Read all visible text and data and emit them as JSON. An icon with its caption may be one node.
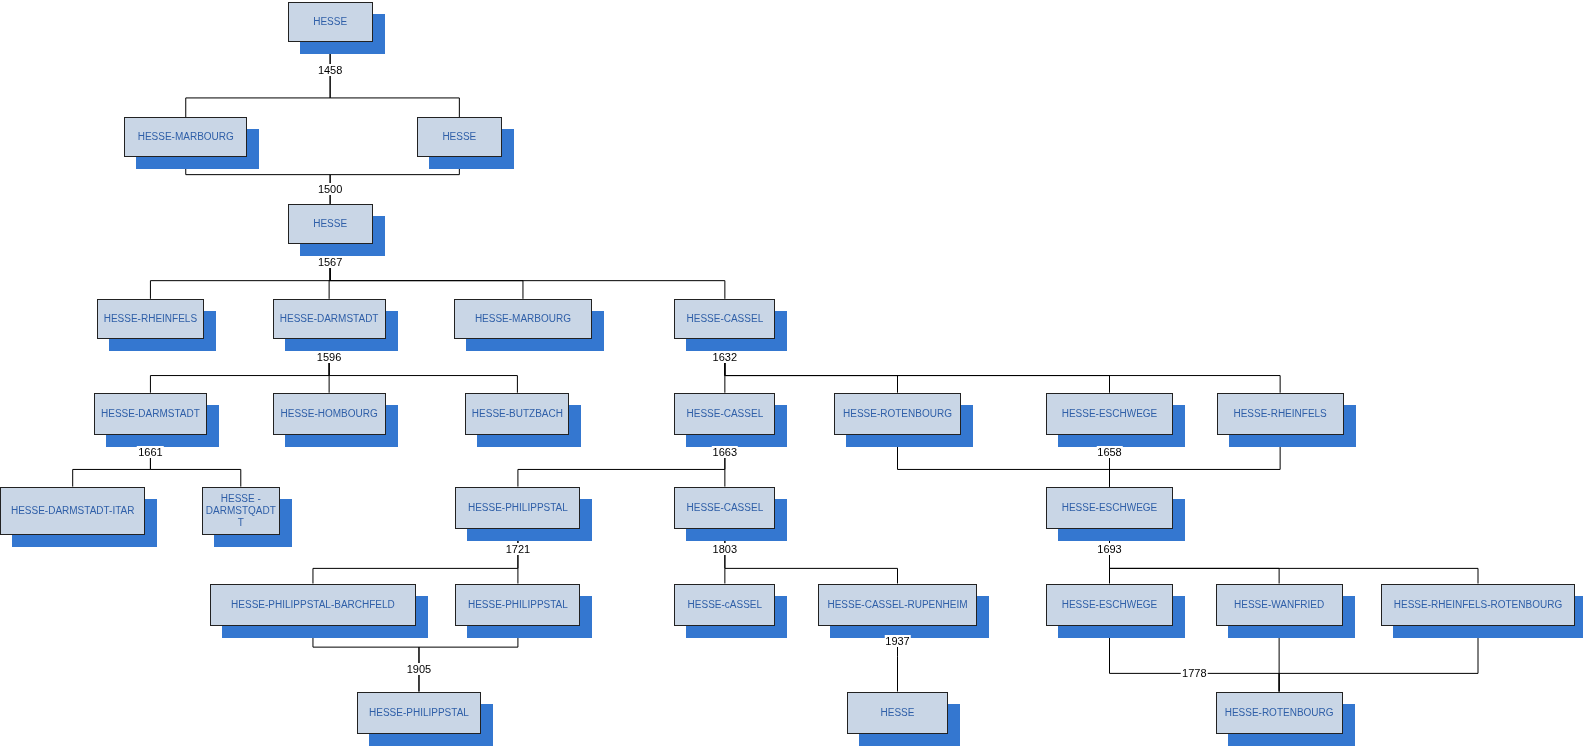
{
  "diagram": {
    "nodes": [
      {
        "text": [
          "HESSE"
        ]
      },
      {
        "text": [
          "HESSE-MARBOURG"
        ]
      },
      {
        "text": [
          "HESSE"
        ]
      },
      {
        "text": [
          "HESSE"
        ]
      },
      {
        "text": [
          "HESSE-RHEINFELS"
        ]
      },
      {
        "text": [
          "HESSE-DARMSTADT"
        ]
      },
      {
        "text": [
          "HESSE-MARBOURG"
        ]
      },
      {
        "text": [
          "HESSE-CASSEL"
        ]
      },
      {
        "text": [
          "HESSE-DARMSTADT"
        ]
      },
      {
        "text": [
          "HESSE-HOMBOURG"
        ]
      },
      {
        "text": [
          "HESSE-BUTZBACH"
        ]
      },
      {
        "text": [
          "HESSE-CASSEL"
        ]
      },
      {
        "text": [
          "HESSE-ROTENBOURG"
        ]
      },
      {
        "text": [
          "HESSE-ESCHWEGE"
        ]
      },
      {
        "text": [
          "HESSE-RHEINFELS"
        ]
      },
      {
        "text": [
          "HESSE-DARMSTADT-ITAR"
        ]
      },
      {
        "text": [
          "HESSE - DARMSTQADT T"
        ]
      },
      {
        "text": [
          "HESSE-PHILIPPSTAL"
        ]
      },
      {
        "text": [
          "HESSE-CASSEL"
        ]
      },
      {
        "text": [
          "HESSE-ESCHWEGE"
        ]
      },
      {
        "text": [
          "HESSE-PHILIPPSTAL-BARCHFELD"
        ]
      },
      {
        "text": [
          "HESSE-PHILIPPSTAL"
        ]
      },
      {
        "text": [
          "HESSE-cASSEL"
        ]
      },
      {
        "text": [
          "HESSE-CASSEL-RUPENHEIM"
        ]
      },
      {
        "text": [
          "HESSE-ESCHWEGE"
        ]
      },
      {
        "text": [
          "HESSE-WANFRIED"
        ]
      },
      {
        "text": [
          "HESSE-RHEINFELS-ROTENBOURG"
        ]
      },
      {
        "text": [
          "HESSE-PHILIPPSTAL"
        ]
      },
      {
        "text": [
          "HESSE"
        ]
      },
      {
        "text": [
          "HESSE-ROTENBOURG"
        ]
      }
    ],
    "edges": [
      {
        "from": 0,
        "to": 1,
        "arrow": "none",
        "label": "1458"
      },
      {
        "from": 0,
        "to": 2,
        "arrow": "none"
      },
      {
        "from": 1,
        "to": 3,
        "arrow": "none",
        "label": "1500"
      },
      {
        "from": 2,
        "to": 3,
        "arrow": "none"
      },
      {
        "from": 3,
        "to": 4,
        "arrow": "none",
        "label": "1567"
      },
      {
        "from": 3,
        "to": 5,
        "arrow": "none"
      },
      {
        "from": 3,
        "to": 6,
        "arrow": "none"
      },
      {
        "from": 3,
        "to": 7,
        "arrow": "none"
      },
      {
        "from": 5,
        "to": 8,
        "arrow": "none",
        "label": "1596"
      },
      {
        "from": 5,
        "to": 9,
        "arrow": "none"
      },
      {
        "from": 5,
        "to": 10,
        "arrow": "none"
      },
      {
        "from": 11,
        "to": 7,
        "arrow": "to",
        "label": "1632"
      },
      {
        "from": 12,
        "to": 7,
        "arrow": "to"
      },
      {
        "from": 13,
        "to": 7,
        "arrow": "to"
      },
      {
        "from": 14,
        "to": 7,
        "arrow": "to"
      },
      {
        "from": 8,
        "to": 15,
        "arrow": "none",
        "label": "1661"
      },
      {
        "from": 8,
        "to": 16,
        "arrow": "none"
      },
      {
        "from": 11,
        "to": 17,
        "arrow": "none",
        "label": "1663"
      },
      {
        "from": 11,
        "to": 18,
        "arrow": "none"
      },
      {
        "from": 12,
        "to": 19,
        "arrow": "none"
      },
      {
        "from": 13,
        "to": 19,
        "arrow": "none",
        "label": "1658"
      },
      {
        "from": 14,
        "to": 19,
        "arrow": "none"
      },
      {
        "from": 17,
        "to": 20,
        "arrow": "none",
        "label": "1721"
      },
      {
        "from": 17,
        "to": 21,
        "arrow": "none"
      },
      {
        "from": 18,
        "to": 22,
        "arrow": "none",
        "label": "1803"
      },
      {
        "from": 18,
        "to": 23,
        "arrow": "none"
      },
      {
        "from": 19,
        "to": 24,
        "arrow": "none",
        "label": "1693"
      },
      {
        "from": 19,
        "to": 25,
        "arrow": "none"
      },
      {
        "from": 19,
        "to": 26,
        "arrow": "none"
      },
      {
        "from": 20,
        "to": 27,
        "arrow": "none",
        "label": "1905"
      },
      {
        "from": 21,
        "to": 27,
        "arrow": "none"
      },
      {
        "from": 23,
        "to": 28,
        "arrow": "none",
        "label": "1937"
      },
      {
        "from": 24,
        "to": 29,
        "arrow": "none",
        "label": "1778"
      },
      {
        "from": 25,
        "to": 29,
        "arrow": "none"
      },
      {
        "from": 26,
        "to": 29,
        "arrow": "none"
      }
    ]
  }
}
